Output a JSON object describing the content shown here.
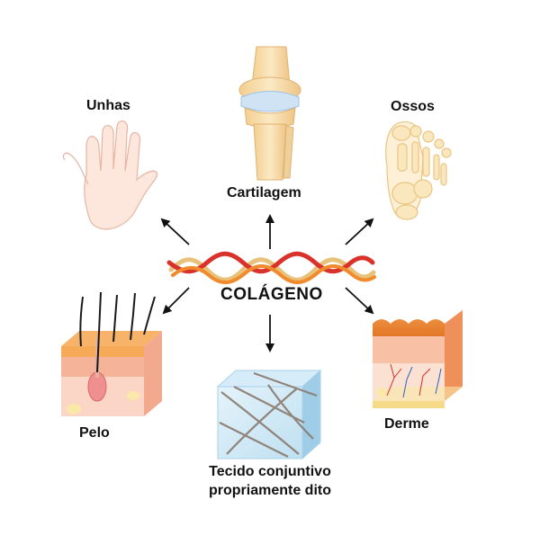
{
  "center": {
    "label": "COLÁGENO"
  },
  "nodes": {
    "unhas": "Unhas",
    "cartilagem": "Cartilagem",
    "ossos": "Ossos",
    "pelo": "Pelo",
    "tecido_line1": "Tecido conjuntivo",
    "tecido_line2": "propriamente dito",
    "derme": "Derme"
  },
  "colors": {
    "fiber_red": "#d9322b",
    "fiber_orange": "#f08a2c",
    "fiber_tan": "#e8c27a",
    "skin": "#f5b49a",
    "cartilage": "#cfe3f5",
    "bone": "#f6dfae"
  }
}
